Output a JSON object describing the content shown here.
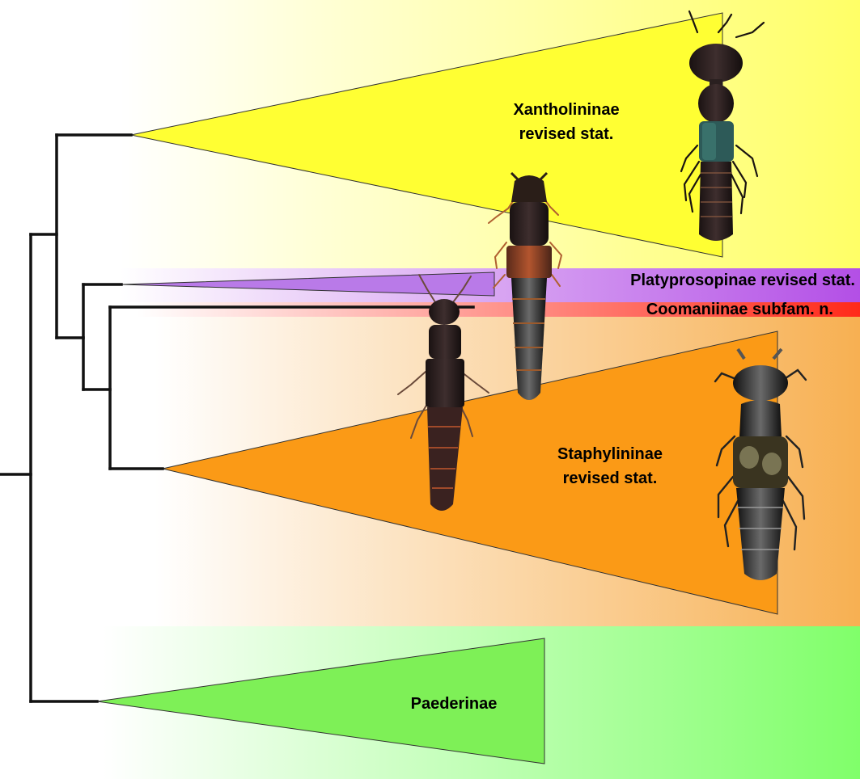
{
  "colors": {
    "xantholininae": "#ffff33",
    "platyprosopinae": "#b561e6",
    "coomaniinae": "#f23224",
    "staphylininae": "#fb9a16",
    "paederinae": "#7ef057",
    "outline": "#222222"
  },
  "clades": {
    "xantholininae": {
      "line1": "Xantholininae",
      "line2": "revised stat."
    },
    "platyprosopinae": {
      "label": "Platyprosopinae revised stat."
    },
    "coomaniinae": {
      "label": "Coomaniinae subfam. n."
    },
    "staphylininae": {
      "line1": "Staphylininae",
      "line2": "revised stat."
    },
    "paederinae": {
      "label": "Paederinae"
    }
  },
  "illustrations": [
    {
      "name": "xantholinine-beetle-photo"
    },
    {
      "name": "platyprosopine-beetle-photo"
    },
    {
      "name": "coomaniine-beetle-photo"
    },
    {
      "name": "staphylinine-beetle-photo"
    }
  ]
}
